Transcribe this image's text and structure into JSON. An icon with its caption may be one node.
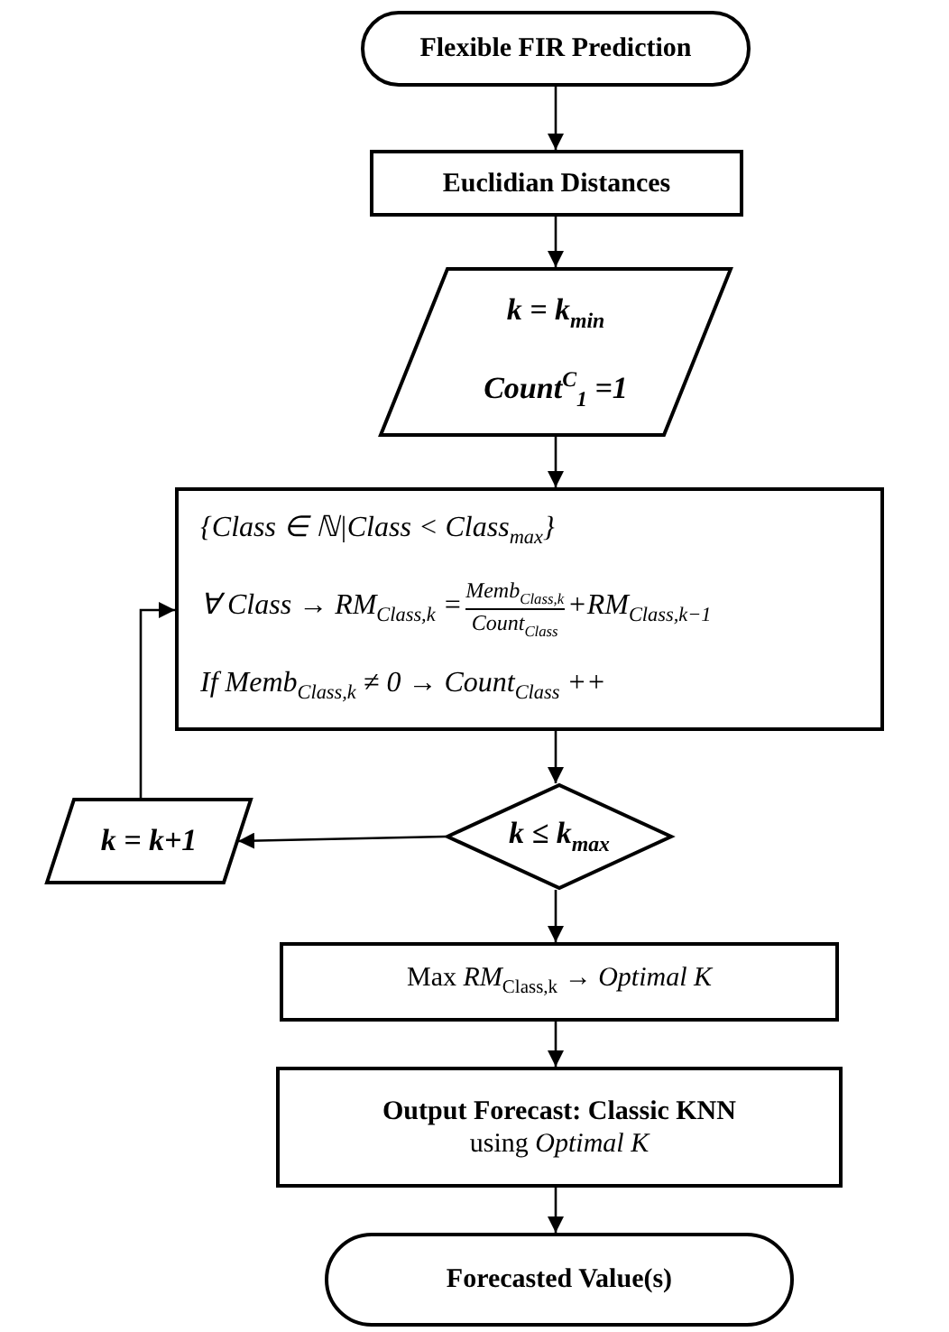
{
  "diagram": {
    "nodes": [
      {
        "text": [
          "Flexible FIR Prediction"
        ]
      },
      {
        "text": [
          "Euclidian Distances"
        ]
      },
      {
        "text": [
          "k = k$_{min}$",
          "Count$^{C}$$_{1}$ =1"
        ]
      },
      {
        "text": [
          "{Class ∈ ℕ|Class < Class$_{max}$}",
          "∀ Class → RM$_{Class,k}$ =",
          "Memb$_{Class,k}$",
          "Count$_{Class}$",
          "+RM$_{Class,k−1}$",
          "If Memb$_{Class,k}$ ≠ 0 → Count$_{Class}$ ++"
        ]
      },
      {
        "text": [
          "k ≤ k$_{max}$"
        ]
      },
      {
        "text": [
          "k = k+1"
        ]
      },
      {
        "text": [
          "Max *RM*$_{Class,k}$ → *Optimal K*"
        ]
      },
      {
        "text": [
          "Output Forecast: Classic KNN",
          "using *Optimal K*"
        ]
      },
      {
        "text": [
          "Forecasted Value(s)"
        ]
      }
    ],
    "edges": [
      {
        "from": 0,
        "to": 1,
        "arrow": "to"
      },
      {
        "from": 1,
        "to": 2,
        "arrow": "to"
      },
      {
        "from": 2,
        "to": 3,
        "arrow": "to"
      },
      {
        "from": 3,
        "to": 4,
        "arrow": "to"
      },
      {
        "from": 4,
        "to": 5,
        "arrow": "to"
      },
      {
        "from": 5,
        "to": 3,
        "arrow": "to"
      },
      {
        "from": 4,
        "to": 6,
        "arrow": "to"
      },
      {
        "from": 6,
        "to": 7,
        "arrow": "to"
      },
      {
        "from": 7,
        "to": 8,
        "arrow": "to"
      }
    ]
  }
}
